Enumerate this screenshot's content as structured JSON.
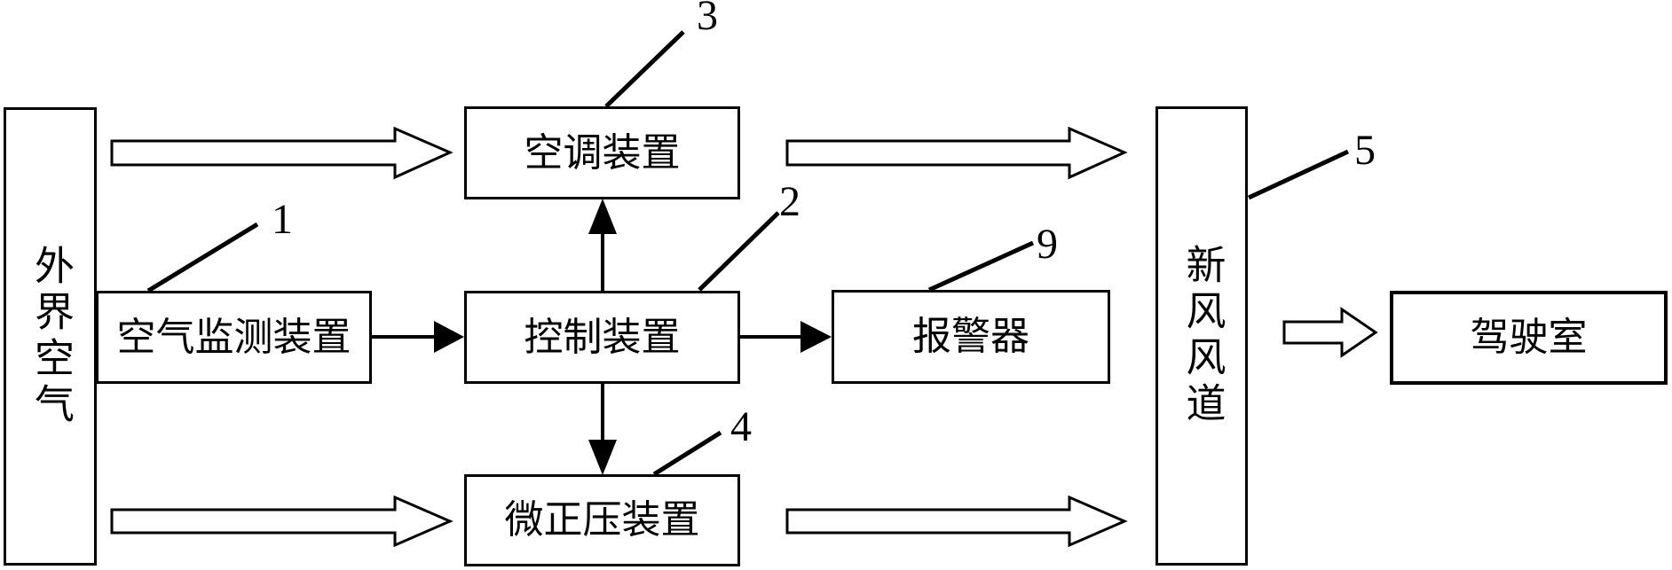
{
  "diagram": {
    "background_color": "#ffffff",
    "line_color": "#000000",
    "boxes": [
      {
        "id": "outside-air",
        "label": "外界空气",
        "orientation": "vertical",
        "ref": ""
      },
      {
        "id": "air-monitor",
        "label": "空气监测装置",
        "orientation": "horizontal",
        "ref": "1"
      },
      {
        "id": "ac-unit",
        "label": "空调装置",
        "orientation": "horizontal",
        "ref": "3"
      },
      {
        "id": "control-unit",
        "label": "控制装置",
        "orientation": "horizontal",
        "ref": "2"
      },
      {
        "id": "alarm",
        "label": "报警器",
        "orientation": "horizontal",
        "ref": "9"
      },
      {
        "id": "micro-pressure",
        "label": "微正压装置",
        "orientation": "horizontal",
        "ref": "4"
      },
      {
        "id": "fresh-air-duct",
        "label": "新风风道",
        "orientation": "vertical",
        "ref": "5"
      },
      {
        "id": "cab",
        "label": "驾驶室",
        "orientation": "horizontal",
        "ref": ""
      }
    ],
    "ref_labels": [
      {
        "number": "1",
        "target": "air-monitor"
      },
      {
        "number": "2",
        "target": "control-unit"
      },
      {
        "number": "3",
        "target": "ac-unit"
      },
      {
        "number": "4",
        "target": "micro-pressure"
      },
      {
        "number": "5",
        "target": "fresh-air-duct"
      },
      {
        "number": "9",
        "target": "alarm"
      }
    ],
    "connections": [
      {
        "from": "外界空气",
        "to": "空调装置",
        "style": "hollow-arrow"
      },
      {
        "from": "外界空气",
        "to": "微正压装置",
        "style": "hollow-arrow"
      },
      {
        "from": "空调装置",
        "to": "新风风道",
        "style": "hollow-arrow"
      },
      {
        "from": "微正压装置",
        "to": "新风风道",
        "style": "hollow-arrow"
      },
      {
        "from": "新风风道",
        "to": "驾驶室",
        "style": "hollow-arrow"
      },
      {
        "from": "空气监测装置",
        "to": "控制装置",
        "style": "solid-arrow"
      },
      {
        "from": "控制装置",
        "to": "空调装置",
        "style": "solid-arrow"
      },
      {
        "from": "控制装置",
        "to": "报警器",
        "style": "solid-arrow"
      },
      {
        "from": "控制装置",
        "to": "微正压装置",
        "style": "solid-arrow"
      }
    ]
  }
}
